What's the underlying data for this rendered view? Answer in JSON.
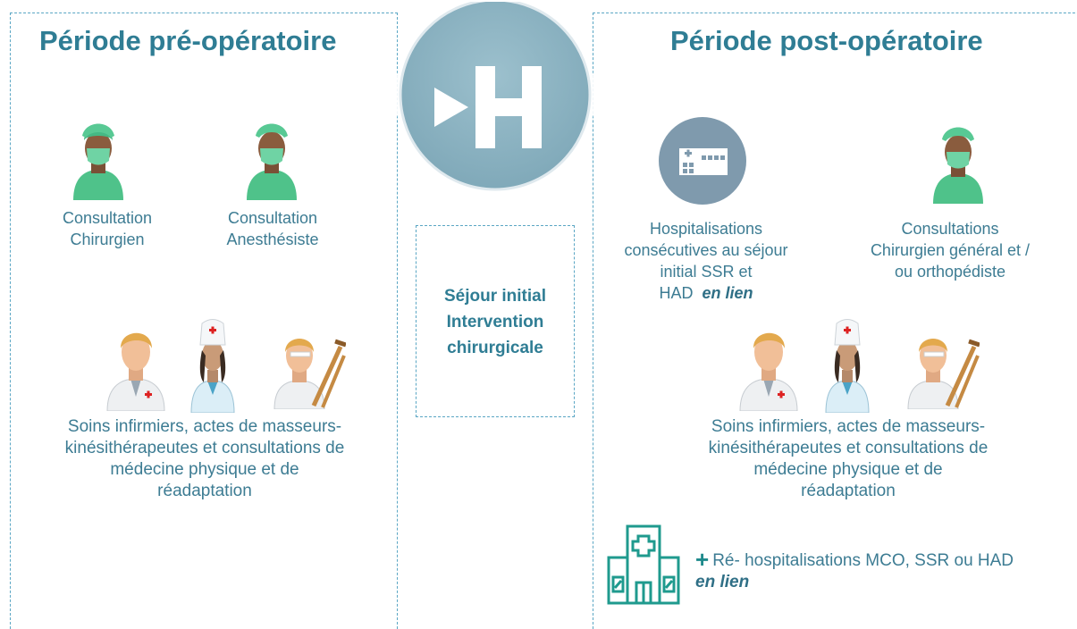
{
  "left_panel": {
    "title": "Période pré-opératoire",
    "consult1_line1": "Consultation",
    "consult1_line2": "Chirurgien",
    "consult2_line1": "Consultation",
    "consult2_line2": "Anesthésiste",
    "soins_line1": "Soins infirmiers, actes de masseurs-",
    "soins_line2": "kinésithérapeutes et consultations de",
    "soins_line3": "médecine physique et de",
    "soins_line4": "réadaptation"
  },
  "center": {
    "line1": "Séjour initial",
    "line2": "Intervention",
    "line3": "chirurgicale"
  },
  "right_panel": {
    "title": "Période post-opératoire",
    "hosp_line1": "Hospitalisations",
    "hosp_line2": "consécutives au séjour",
    "hosp_line3": "initial SSR et",
    "hosp_line4_prefix": "HAD",
    "hosp_line4_em": "en lien",
    "consult_line1": "Consultations",
    "consult_line2": "Chirurgien général  et /",
    "consult_line3": "ou orthopédiste",
    "soins_line1": "Soins infirmiers, actes de masseurs-",
    "soins_line2": "kinésithérapeutes et consultations de",
    "soins_line3": "médecine physique et de",
    "soins_line4": "réadaptation",
    "rehosp_plus": "+",
    "rehosp_line1": "Ré- hospitalisations MCO, SSR ou HAD",
    "rehosp_em": "en lien"
  },
  "colors": {
    "accent": "#2f7d94",
    "dashed_border": "#5aa6c4",
    "circle": "#8fb3c1",
    "surgeon_green": "#52c58e"
  },
  "icons": [
    "hospital-logo-icon",
    "surgeon-icon",
    "doctor-icon",
    "nurse-icon",
    "injured-patient-icon",
    "hospital-building-icon",
    "hospital-outline-icon"
  ]
}
